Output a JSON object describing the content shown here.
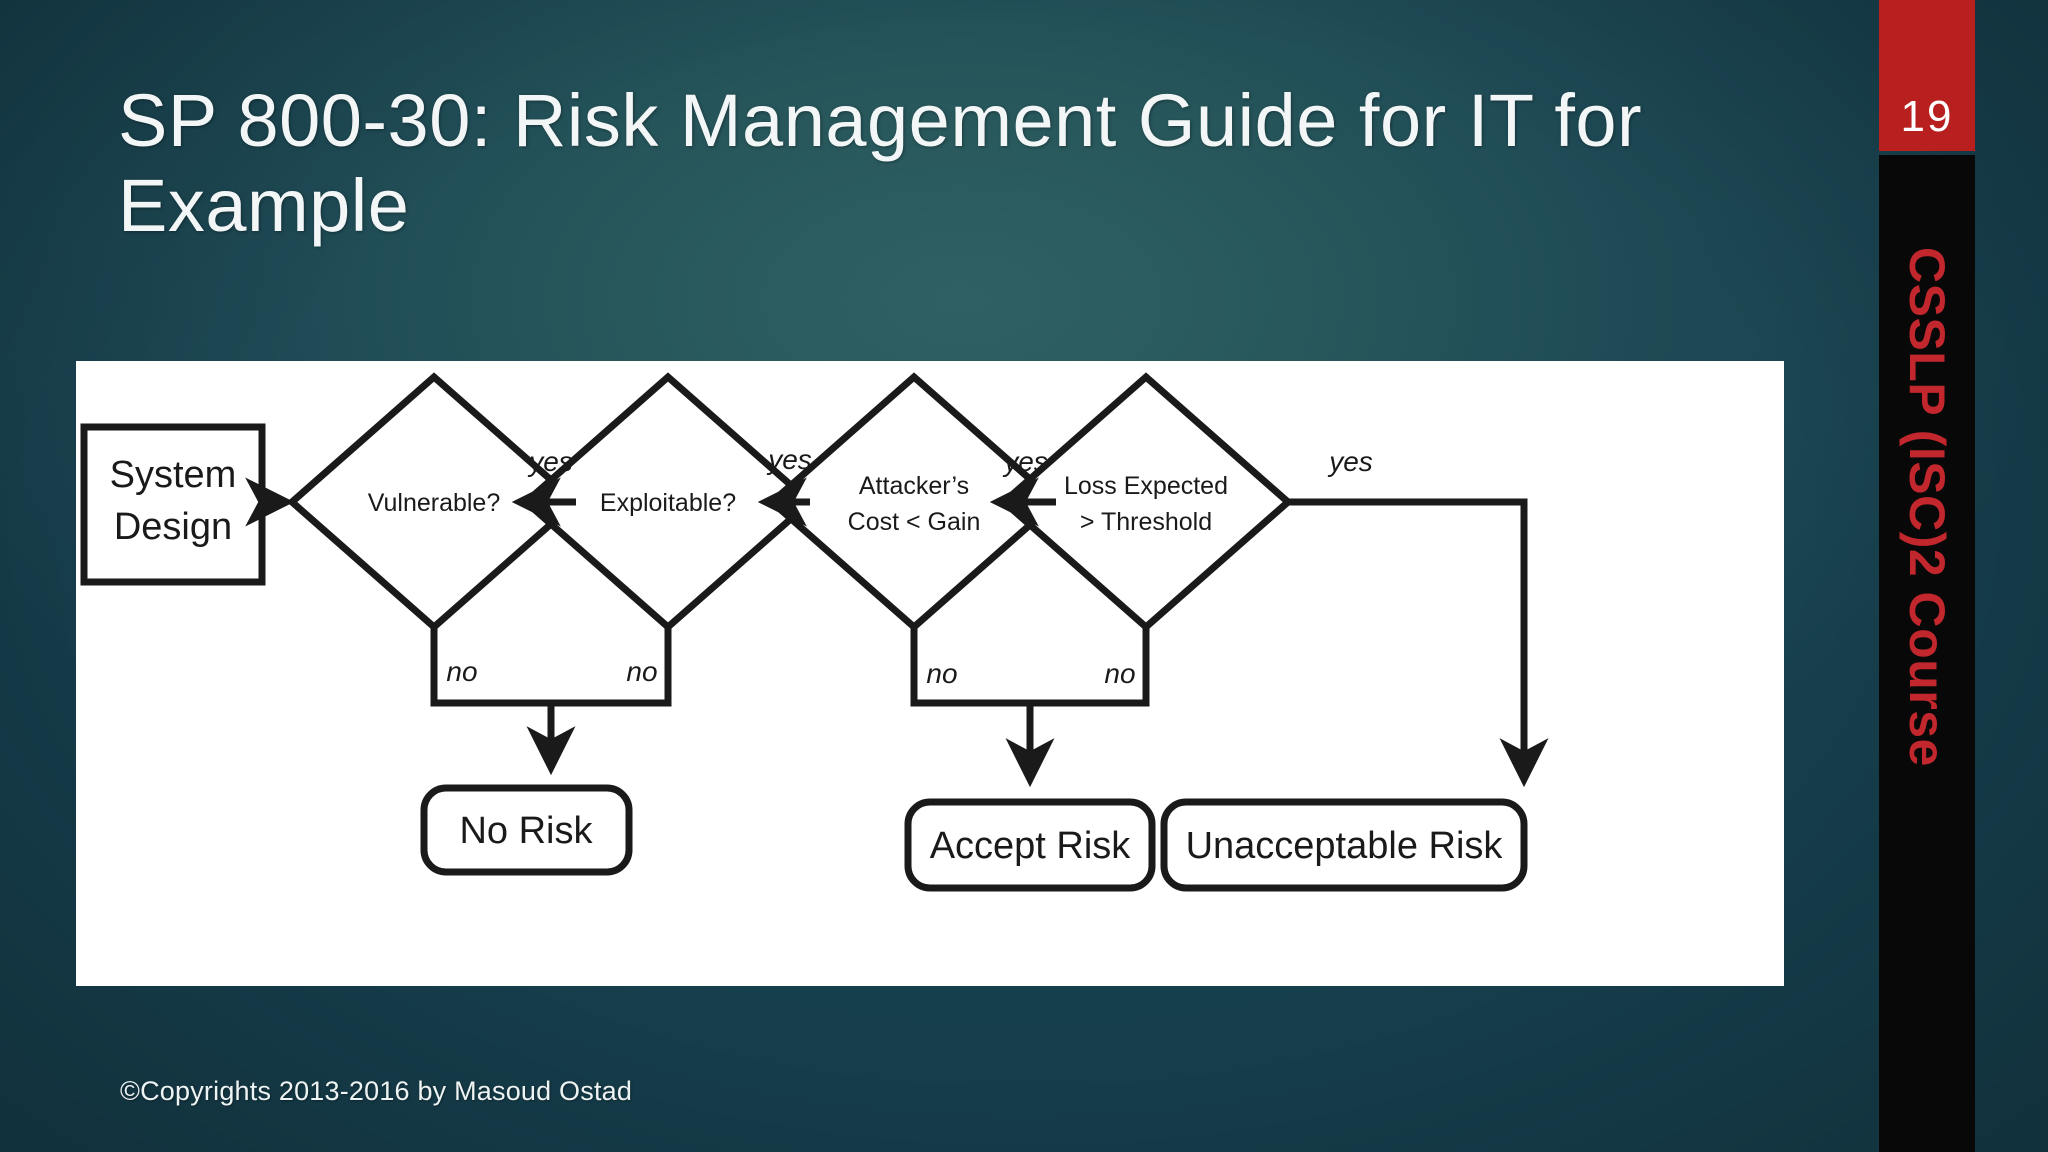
{
  "slide": {
    "title": "SP 800-30: Risk Management Guide for IT for Example",
    "footer": "©Copyrights 2013-2016 by Masoud Ostad",
    "number": "19",
    "course": "CSSLP (ISC)2 Course",
    "colors": {
      "background_dark": "#16414f",
      "background_light": "#2f6164",
      "accent_red": "#b81f1f",
      "course_text_red": "#c1272d",
      "rail_black": "#080808",
      "panel_white": "#ffffff",
      "line_black": "#1a1a1a"
    }
  },
  "diagram": {
    "type": "flowchart",
    "start": {
      "label_line1": "System",
      "label_line2": "Design"
    },
    "decisions": [
      {
        "id": "vulnerable",
        "label_line1": "Vulnerable?",
        "label_line2": "",
        "yes_label": "yes",
        "no_label": "no"
      },
      {
        "id": "exploitable",
        "label_line1": "Exploitable?",
        "label_line2": "",
        "yes_label": "yes",
        "no_label": "no"
      },
      {
        "id": "attacker-cost",
        "label_line1": "Attacker’s",
        "label_line2": "Cost < Gain",
        "yes_label": "yes",
        "no_label": "no"
      },
      {
        "id": "loss-expected",
        "label_line1": "Loss Expected",
        "label_line2": "> Threshold",
        "yes_label": "yes",
        "no_label": "no"
      }
    ],
    "outcomes": [
      {
        "id": "no-risk",
        "label": "No Risk"
      },
      {
        "id": "accept-risk",
        "label": "Accept Risk"
      },
      {
        "id": "unacceptable-risk",
        "label": "Unacceptable Risk"
      }
    ]
  }
}
